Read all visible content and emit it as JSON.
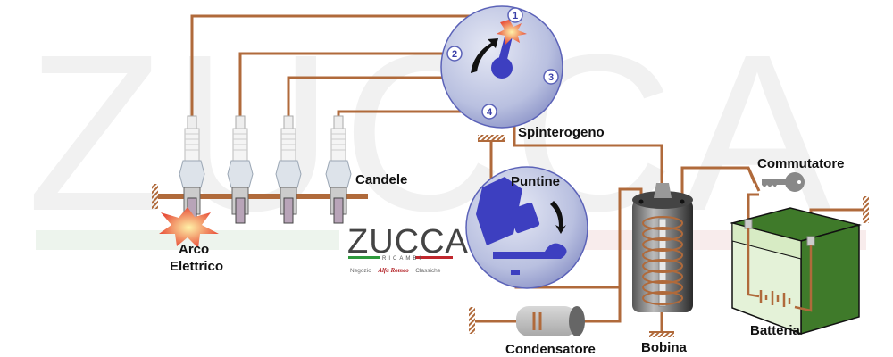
{
  "watermark": {
    "text": "ZUCCA",
    "stripe_colors": [
      "#e8f0e8",
      "#f7e6e6"
    ]
  },
  "labels": {
    "distributor": "Spinterogeno",
    "spark_plugs": "Candele",
    "arc_line1": "Arco",
    "arc_line2": "Elettrico",
    "points": "Puntine",
    "ignition_switch": "Commutatore",
    "coil": "Bobina",
    "battery": "Batteria",
    "condenser": "Condensatore"
  },
  "distributor_terminals": [
    "1",
    "2",
    "3",
    "4"
  ],
  "logo": {
    "name": "ZUCCA",
    "subtitle": "RICAMBI",
    "tagline_prefix": "Negozio",
    "tagline_brand": "Alfa Romeo",
    "tagline_suffix": "Classiche",
    "flag_colors": [
      "#2e9a3d",
      "#ffffff",
      "#c0272d"
    ]
  },
  "colors": {
    "wire": "#b06a3b",
    "component_blue": "#3d3fc0",
    "dial_fill": "#c5cbe6",
    "battery_green": "#3f7a2a",
    "battery_light": "#e4f2d8",
    "spark": "#e8503a"
  }
}
